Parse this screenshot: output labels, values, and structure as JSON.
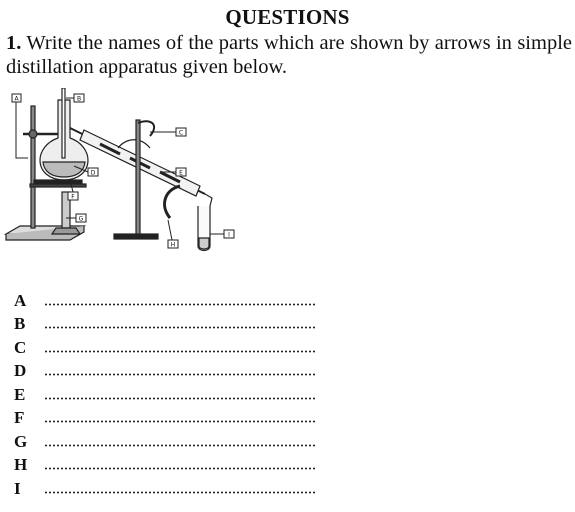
{
  "title": "QUESTIONS",
  "question": {
    "number": "1.",
    "text": "Write the names of the parts which are shown by arrows in simple distillation apparatus given below."
  },
  "diagram": {
    "labels": [
      "A",
      "B",
      "C",
      "D",
      "E",
      "F",
      "G",
      "H",
      "I"
    ]
  },
  "answers": [
    {
      "letter": "A"
    },
    {
      "letter": "B"
    },
    {
      "letter": "C"
    },
    {
      "letter": "D"
    },
    {
      "letter": "E"
    },
    {
      "letter": "F"
    },
    {
      "letter": "G"
    },
    {
      "letter": "H"
    },
    {
      "letter": "I"
    }
  ]
}
